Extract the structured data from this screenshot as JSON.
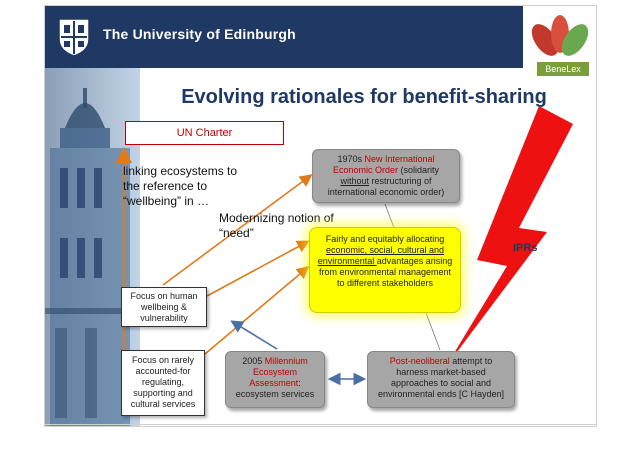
{
  "header": {
    "university_name": "The University of Edinburgh",
    "logo_label": "BeneLex"
  },
  "slide": {
    "title": "Evolving rationales for benefit-sharing",
    "un_charter": "UN Charter",
    "linking_text": "linking ecosystems to the reference to “wellbeing” in …",
    "modernizing_text": "Modernizing notion of “need”",
    "box_1970": {
      "prefix": "1970s ",
      "highlight": "New International Economic Order",
      "middle": " (solidarity ",
      "underlined": "without",
      "suffix": " restructuring of international economic order)"
    },
    "box_fair": {
      "line1": "Fairly and equitably allocating ",
      "underlined": "economic, social, cultural and environmental ",
      "rest": "advantages arising from environmental management to different stakeholders"
    },
    "iprs": "IPRs",
    "focus_human": "Focus on human wellbeing & vulnerability",
    "focus_rare": "Focus on rarely accounted-for regulating, supporting and cultural services",
    "box_2005": {
      "prefix": "2005 ",
      "highlight": "Millennium Ecosystem Assessment",
      "suffix": ": ecosystem services"
    },
    "box_post": {
      "highlight": "Post-neoliberal",
      "suffix": " attempt to harness market-based approaches to social and environmental ends [C Hayden]"
    }
  },
  "colors": {
    "header_navy": "#1f3864",
    "accent_red": "#c00000",
    "highlight_yellow": "#ffff00",
    "grey_box": "#a6a6a6",
    "arrow_orange": "#e07a1a",
    "arrow_blue": "#4a6fa5"
  },
  "icons": [
    "edinburgh-crest-icon",
    "benelex-leaf-logo-icon",
    "lightning-bolt-icon"
  ]
}
